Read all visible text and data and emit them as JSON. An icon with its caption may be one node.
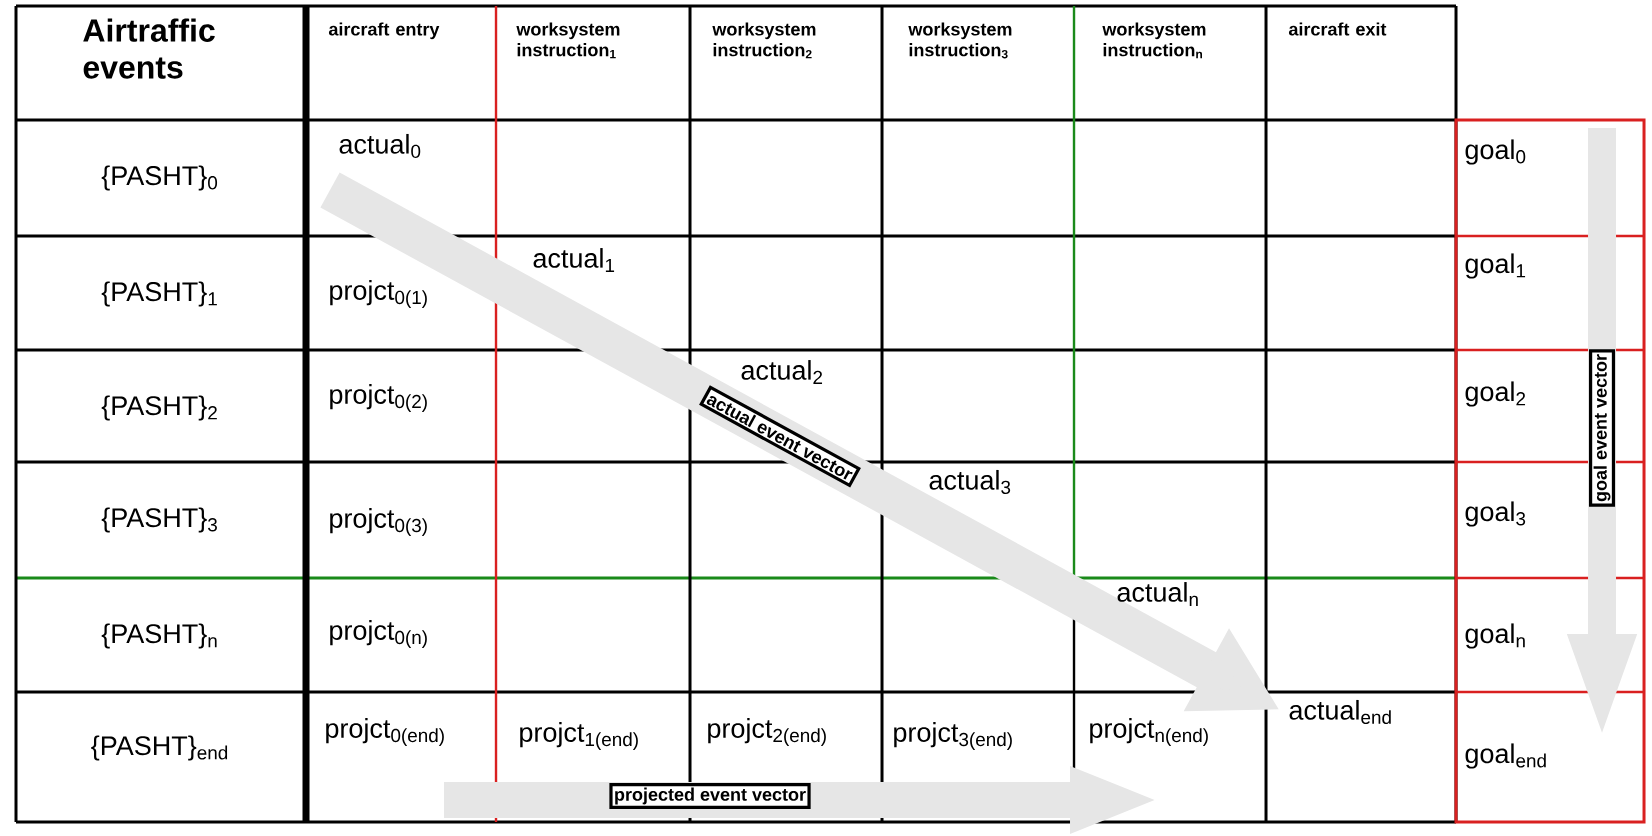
{
  "diagram": {
    "labels": [
      "Airtraffic events",
      "aircraft entry",
      "worksystem instruction$_{1}$",
      "worksystem instruction$_{2}$",
      "worksystem instruction$_{3}$",
      "worksystem instruction$_{n}$",
      "aircraft exit",
      "{PASHT}$_{0}$",
      "actual$_{0}$",
      "goal$_{0}$",
      "{PASHT}$_{1}$",
      "projct$_{0(1)}$",
      "actual$_{1}$",
      "goal$_{1}$",
      "{PASHT}$_{2}$",
      "projct$_{0(2)}$",
      "actual$_{2}$",
      "goal$_{2}$",
      "{PASHT}$_{3}$",
      "projct$_{0(3)}$",
      "actual$_{3}$",
      "goal$_{3}$",
      "{PASHT}$_{n}$",
      "projct$_{0(n)}$",
      "actual$_{n}$",
      "goal$_{n}$",
      "{PASHT}$_{end}$",
      "projct$_{0(end)}$",
      "projct$_{1(end)}$",
      "projct$_{2(end)}$",
      "projct$_{3(end)}$",
      "projct$_{n(end)}$",
      "actual$_{end}$",
      "goal$_{end}$",
      "actual event vector",
      "goal event vector",
      "projected event vector"
    ]
  }
}
